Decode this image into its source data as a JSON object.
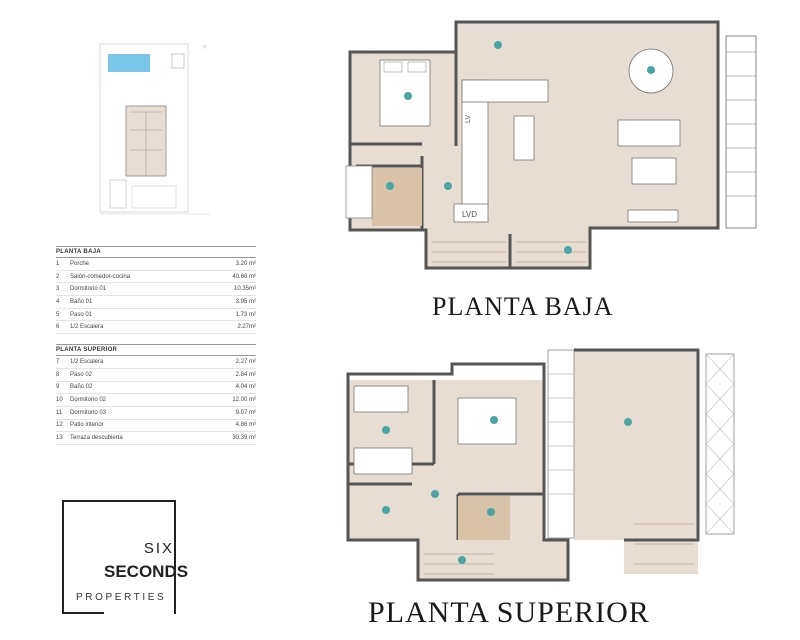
{
  "colors": {
    "floor": "#e8ddd2",
    "bath": "#d8c2a8",
    "wall": "#555555",
    "pool": "#79c6e8"
  },
  "planta_baja": {
    "title": "PLANTA BAJA",
    "rows": [
      {
        "num": "1",
        "name": "Porche",
        "area": "3.20 m²"
      },
      {
        "num": "2",
        "name": "Salón-comedor-cocina",
        "area": "40.60 m²"
      },
      {
        "num": "3",
        "name": "Dormitorio 01",
        "area": "10.35m²"
      },
      {
        "num": "4",
        "name": "Baño 01",
        "area": "3.95 m²"
      },
      {
        "num": "5",
        "name": "Paso 01",
        "area": "1.73 m²"
      },
      {
        "num": "6",
        "name": "1/2 Escalera",
        "area": "2.27m²"
      }
    ]
  },
  "planta_superior": {
    "title": "PLANTA SUPERIOR",
    "rows": [
      {
        "num": "7",
        "name": "1/2 Escalera",
        "area": "2.27 m²"
      },
      {
        "num": "8",
        "name": "Paso 02",
        "area": "2.84 m²"
      },
      {
        "num": "9",
        "name": "Baño 02",
        "area": "4.04 m²"
      },
      {
        "num": "10",
        "name": "Dormitorio 02",
        "area": "12.00 m²"
      },
      {
        "num": "11",
        "name": "Dormitorio 03",
        "area": "9.07 m²"
      },
      {
        "num": "12",
        "name": "Patio interior",
        "area": "4.86 m²"
      },
      {
        "num": "13",
        "name": "Terraza descubierta",
        "area": "30.39 m²"
      }
    ]
  },
  "floor_titles": {
    "baja": "PLANTA BAJA",
    "superior": "PLANTA SUPERIOR"
  },
  "plan_labels": {
    "lv": "LV",
    "lvd": "LVD"
  },
  "logo": {
    "line1": "SIX",
    "line2": "SECONDS",
    "line3": "PROPERTIES"
  }
}
